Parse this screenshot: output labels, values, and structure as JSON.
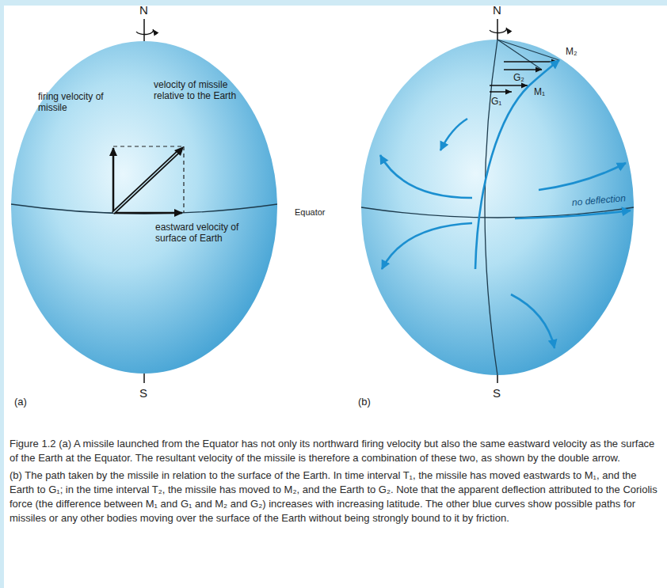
{
  "diagram": {
    "caption": "Figure 1.2 (a) A missile launched from the Equator has not only its northward firing velocity but also the same eastward velocity as the surface of the Earth at the Equator. The resultant velocity of the missile is therefore a combination of these two, as shown by the double arrow.",
    "labels": [
      "N",
      "firing velocity of missile",
      "velocity of missile relative to the Earth",
      "eastward velocity of surface of Earth",
      "Equator",
      "(a)",
      "S",
      "N",
      "M₂",
      "G₂",
      "M₁",
      "G₁",
      "no deflection",
      "(b)",
      "S",
      "(b) The path taken by the missile in relation to the surface of the Earth. In time interval T₁, the missile has moved eastwards to M₁, and the Earth to G₁; in the time interval T₂, the missile has moved to M₂, and the Earth to G₂. Note that the apparent deflection attributed to the Coriolis force (the difference between M₁ and G₁ and M₂ and G₂) increases with increasing latitude. The other blue curves show possible paths for missiles or any other bodies moving over the surface of the Earth without being strongly bound to it by friction."
    ]
  }
}
